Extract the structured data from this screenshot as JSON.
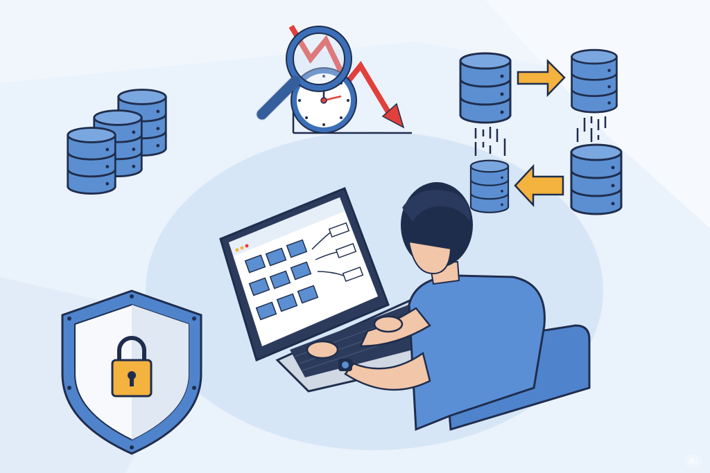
{
  "scene": {
    "description": "Flat illustration of a person at a laptop viewing a database schema diagram, surrounded by database icons, a performance monitoring icon, a replication flow, and a security shield",
    "colors": {
      "background": "#eaf2fb",
      "blob": "#d6e6f6",
      "primary_blue": "#5b8fd1",
      "dark_outline": "#1f2d4d",
      "accent_orange": "#f4b23e",
      "alert_red": "#e2403a",
      "shirt": "#5a8fd6",
      "skin": "#f2c6a8",
      "hair": "#1f2d4d"
    },
    "elements": [
      {
        "name": "database-stack",
        "label": "Stacked databases"
      },
      {
        "name": "performance-monitor",
        "label": "Magnifier, stopwatch, and declining trend arrow"
      },
      {
        "name": "replication-flow",
        "label": "Four databases connected by orange arrows and data streams"
      },
      {
        "name": "security-shield",
        "label": "Shield with padlock"
      },
      {
        "name": "developer-at-laptop",
        "label": "Person typing on laptop showing schema diagram"
      }
    ]
  },
  "watermark": {
    "text": "AI"
  }
}
